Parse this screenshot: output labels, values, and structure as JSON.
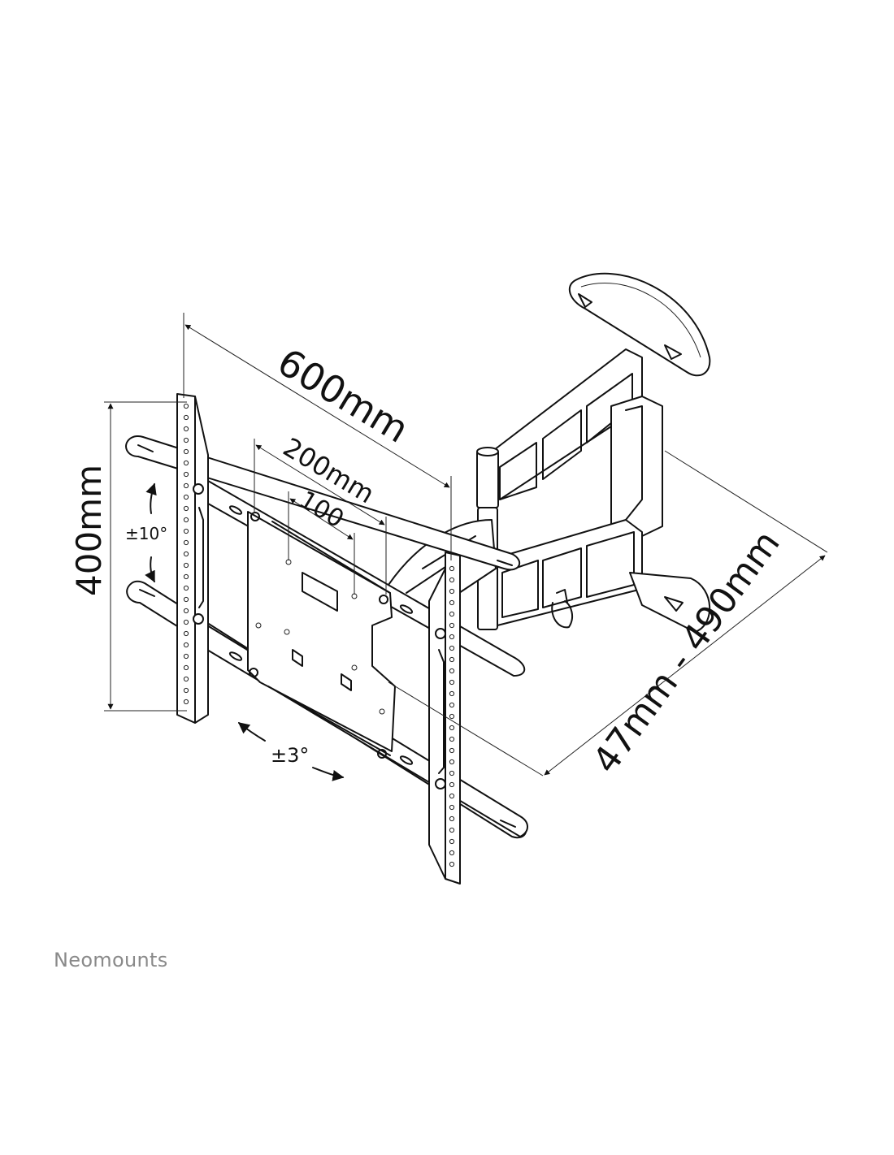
{
  "dimensions": {
    "width_600": "600mm",
    "width_200": "200mm",
    "width_100": "100",
    "height_400": "400mm",
    "depth": "47mm - 490mm"
  },
  "angles": {
    "tilt": "±10°",
    "swivel": "±3°"
  },
  "brand": {
    "name": "Neomounts"
  },
  "colors": {
    "line": "#111111",
    "brand_text": "#8a8a8a"
  }
}
